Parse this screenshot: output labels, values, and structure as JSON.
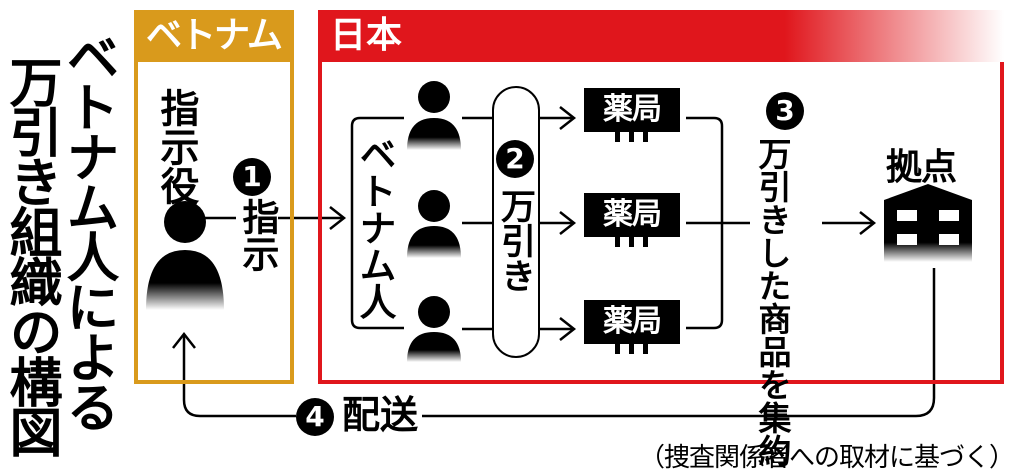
{
  "title": {
    "line1": "ベトナム人による",
    "line2": "万引き組織の構図"
  },
  "regions": {
    "vietnam": {
      "label": "ベトナム",
      "color": "#d99a1c"
    },
    "japan": {
      "label": "日本",
      "color": "#e0161c"
    }
  },
  "nodes": {
    "leader": "指示役",
    "members": "ベトナム人",
    "pharmacy": "薬局",
    "base": "拠点",
    "gather": "万引きした商品を集約"
  },
  "steps": [
    {
      "number": "1",
      "label": "指示"
    },
    {
      "number": "2",
      "label": "万引き"
    },
    {
      "number": "3",
      "label": "万引きした商品を集約"
    },
    {
      "number": "4",
      "label": "配送"
    }
  ],
  "pharmacies": [
    "薬局",
    "薬局",
    "薬局"
  ],
  "icons": {
    "leader": "person-icon",
    "member": "person-icon",
    "base": "building-icon",
    "pharmacy": "shop-icon"
  },
  "source_note": "（捜査関係者への取材に基づく）"
}
